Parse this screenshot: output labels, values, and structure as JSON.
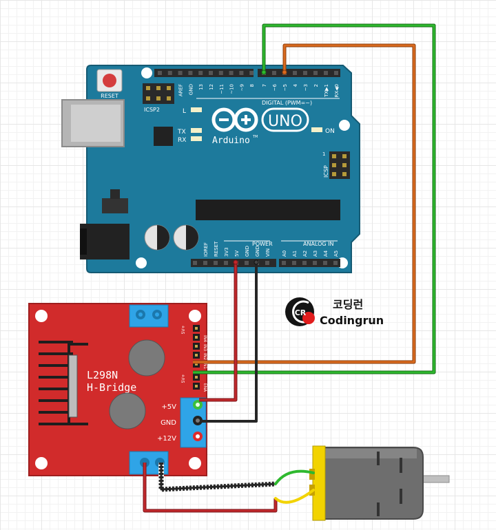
{
  "arduino": {
    "reset_label": "RESET",
    "icsp2_label": "ICSP2",
    "icsp_label": "ICSP",
    "icsp_pin1": "1",
    "led_l": "L",
    "led_tx": "TX",
    "led_rx": "RX",
    "on_label": "ON",
    "uno_label": "UNO",
    "brand_label": "Arduino",
    "tm": "TM",
    "digital_label": "DIGITAL (PWM=~)",
    "power_label": "POWER",
    "analog_label": "ANALOG IN",
    "digital_pins": [
      "AREF",
      "GND",
      "13",
      "12",
      "~11",
      "~10",
      "~9",
      "8",
      "7",
      "~6",
      "~5",
      "4",
      "~3",
      "2",
      "TX▶1",
      "RX◀0"
    ],
    "power_pins": [
      "IOREF",
      "RESET",
      "3V3",
      "5V",
      "GND",
      "GND",
      "VIN"
    ],
    "analog_pins": [
      "A0",
      "A1",
      "A2",
      "A3",
      "A4",
      "A5"
    ]
  },
  "driver": {
    "title": "L298N",
    "subtitle": "H-Bridge",
    "pin_labels": [
      "5V+",
      "IN4",
      "IN3",
      "IN2",
      "IN1",
      "5V+",
      "ENA"
    ],
    "terminal_labels": [
      "+5V",
      "GND",
      "+12V"
    ]
  },
  "logo": {
    "korean": "코딩런",
    "english": "Codingrun",
    "mark": "CR"
  },
  "colors": {
    "arduino_board": "#1d7a9c",
    "driver_board": "#d12b2b",
    "wire_green": "#2eb82e",
    "wire_orange": "#d96a1e",
    "wire_red": "#c0282b",
    "wire_black": "#262626",
    "motor_body": "#6e6e6e",
    "motor_cap": "#f2d300"
  }
}
